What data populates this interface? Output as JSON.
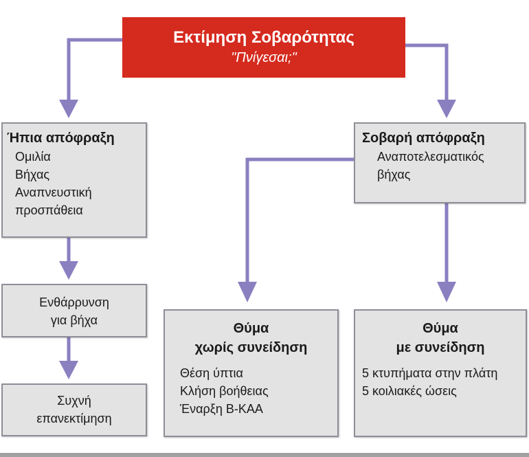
{
  "root": {
    "title": "Εκτίμηση Σοβαρότητας",
    "subtitle": "\"Πνίγεσαι;\""
  },
  "mild": {
    "title": "Ήπια απόφραξη",
    "items": [
      "Ομιλία",
      "Βήχας",
      "Αναπνευστική",
      "προσπάθεια"
    ]
  },
  "encourage": {
    "lines": [
      "Ενθάρρυνση",
      "για βήχα"
    ]
  },
  "reassess": {
    "lines": [
      "Συχνή",
      "επανεκτίμηση"
    ]
  },
  "severe": {
    "title": "Σοβαρή απόφραξη",
    "items": [
      "Αναποτελεσματικός",
      "βήχας"
    ]
  },
  "unconscious": {
    "title": [
      "Θύμα",
      "χωρίς συνείδηση"
    ],
    "items": [
      "Θέση ύπτια",
      "Κλήση βοήθειας",
      "Έναρξη Β-ΚΑΑ"
    ]
  },
  "conscious": {
    "title": [
      "Θύμα",
      "με συνείδηση"
    ],
    "items": [
      "5 κτυπήματα στην πλάτη",
      "5 κοιλιακές ώσεις"
    ]
  },
  "colors": {
    "root": "#d52a1e",
    "arrow": "#8a80c0",
    "box": "#e3e3e3"
  }
}
